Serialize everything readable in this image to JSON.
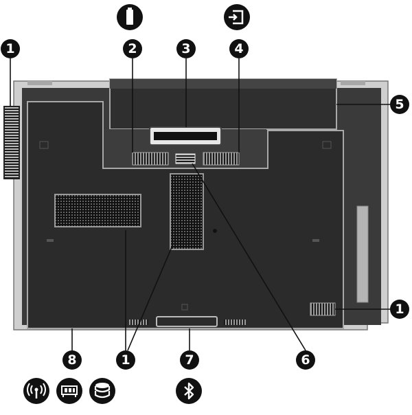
{
  "callouts": [
    {
      "id": "c1-left",
      "label": "1"
    },
    {
      "id": "c2",
      "label": "2"
    },
    {
      "id": "c3",
      "label": "3"
    },
    {
      "id": "c4",
      "label": "4"
    },
    {
      "id": "c5",
      "label": "5"
    },
    {
      "id": "c1-right",
      "label": "1"
    },
    {
      "id": "c8",
      "label": "8"
    },
    {
      "id": "c1-bottom",
      "label": "1"
    },
    {
      "id": "c7",
      "label": "7"
    },
    {
      "id": "c6",
      "label": "6"
    }
  ],
  "icons": {
    "top": [
      "battery-icon",
      "battery-release-icon"
    ],
    "bottom": [
      "wireless-antenna-icon",
      "memory-module-icon",
      "hard-drive-icon",
      "bluetooth-icon"
    ]
  },
  "colors": {
    "body": "#2b2b2b",
    "frame": "#c9c9c9",
    "outline": "#9a9a9a",
    "callout": "#111111"
  }
}
